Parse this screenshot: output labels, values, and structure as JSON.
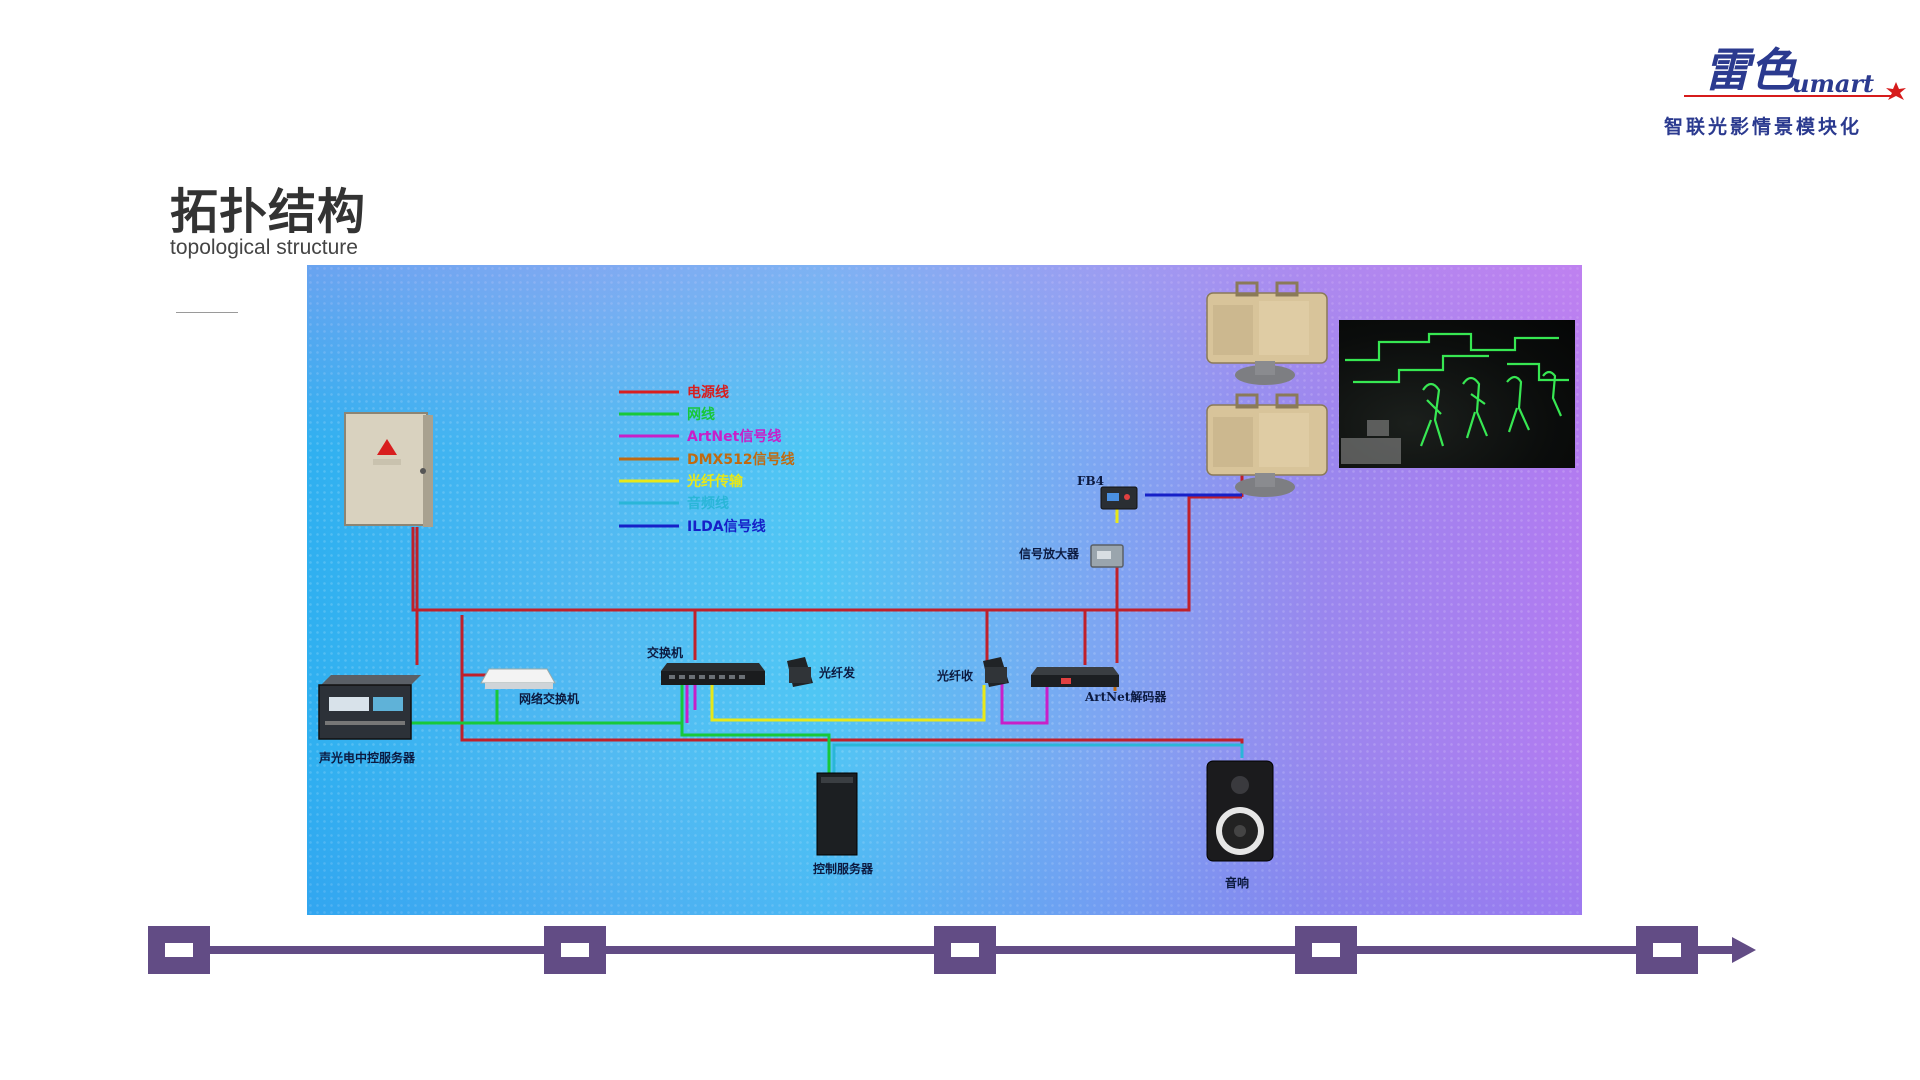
{
  "brand": {
    "logo_cn": "雷色",
    "logo_latin": "umart",
    "tagline": "智联光影情景模块化",
    "color": "#2b3a8f",
    "accent": "#d61b1b"
  },
  "header": {
    "title": "拓扑结构",
    "subtitle": "topological structure"
  },
  "legend": {
    "items": [
      {
        "label": "电源线",
        "color": "#d81e1e"
      },
      {
        "label": "网线",
        "color": "#18c83a"
      },
      {
        "label": "ArtNet信号线",
        "color": "#c81fc8"
      },
      {
        "label": "DMX512信号线",
        "color": "#c06a10"
      },
      {
        "label": "光纤传输",
        "color": "#e8e818"
      },
      {
        "label": "音频线",
        "color": "#2ab6d8"
      },
      {
        "label": "ILDA信号线",
        "color": "#1620c8"
      }
    ]
  },
  "devices": {
    "power_box": "",
    "media_server": "声光电中控服务器",
    "router": "网络交换机",
    "switch": "交换机",
    "fiber_tx": "光纤发",
    "fiber_rx": "光纤收",
    "artnet_decoder": "ArtNet解码器",
    "signal_amp": "信号放大器",
    "fb4": "FB4",
    "control_server": "控制服务器",
    "speaker": "音响"
  },
  "timeline": {
    "color": "#624c85",
    "node_count": 5
  }
}
